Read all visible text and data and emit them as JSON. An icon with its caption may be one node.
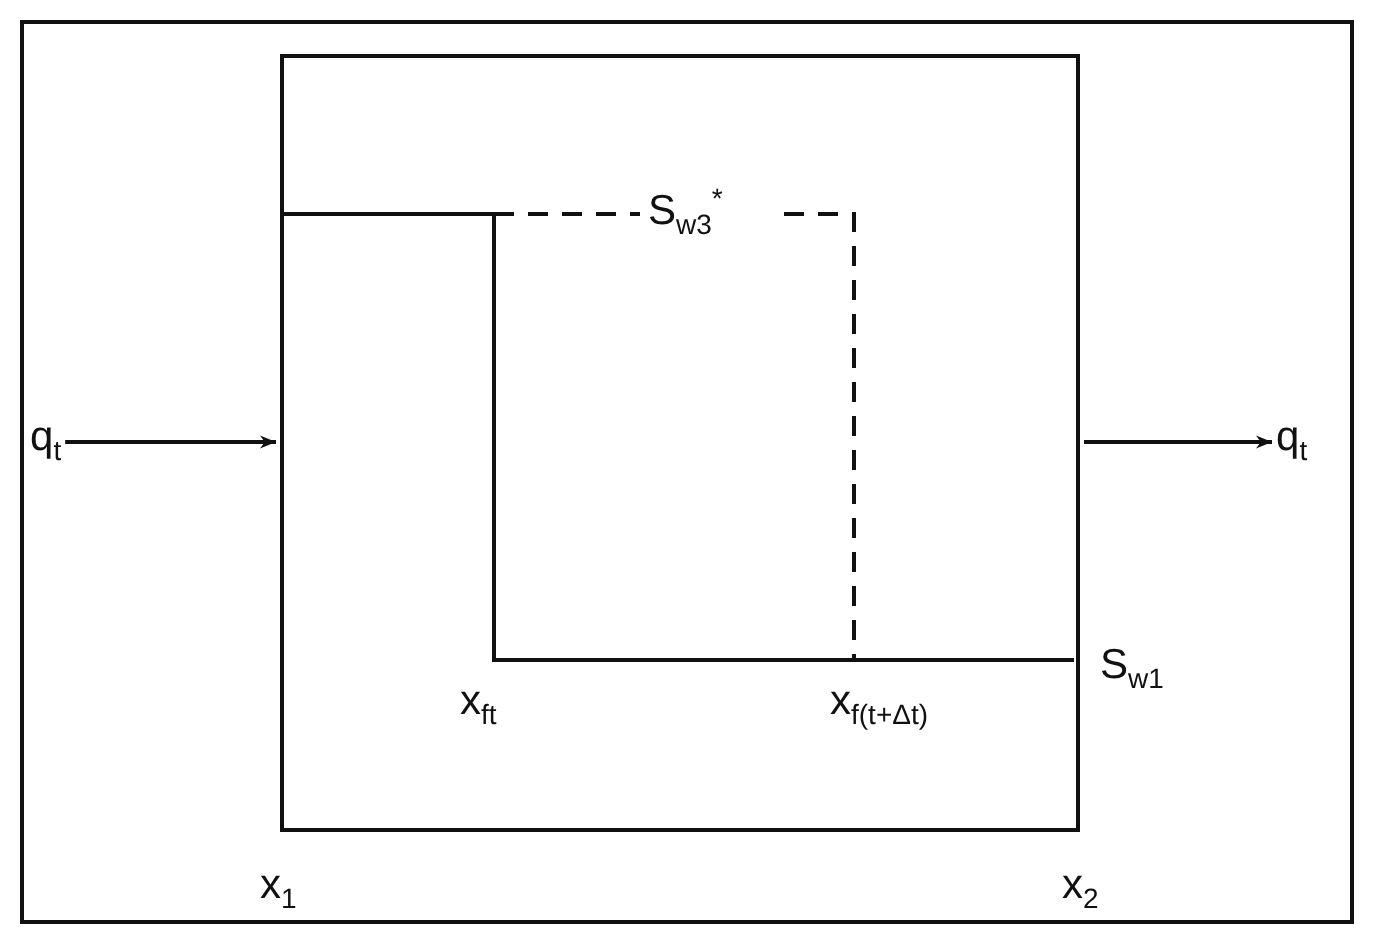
{
  "diagram": {
    "nodes": [
      {
        "text": [
          "q$_{t}$"
        ]
      },
      {
        "text": [],
        "shape": "box"
      },
      {
        "text": [
          "q$_{t}$"
        ]
      }
    ],
    "edges": [
      {
        "from": 0,
        "to": 1,
        "arrow": "to"
      },
      {
        "from": 1,
        "to": 2,
        "arrow": "to"
      }
    ],
    "labels": [
      "S$_{w3}$$^{*}$",
      "x$_{ft}$",
      "x$_{f(t+Δt)}$",
      "S$_{w1}$",
      "x$_{1}$",
      "x$_{2}$"
    ]
  }
}
